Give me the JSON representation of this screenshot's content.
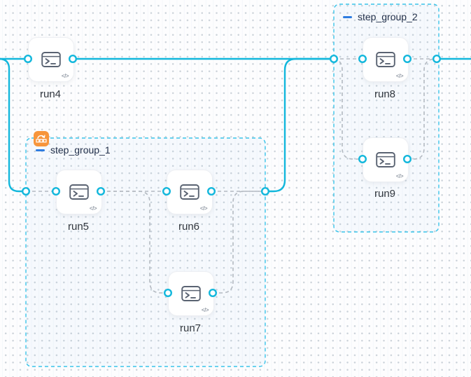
{
  "canvas": {
    "type": "workflow-dag-editor",
    "accent_cyan": "#12b7dc",
    "group_border_color": "#3ac4e9",
    "dashed_edge_color": "#b3b9c1",
    "collapse_dash_color": "#2e7ce0",
    "loop_badge_color": "#f7953b",
    "grid_dot_color": "#ccd3da"
  },
  "icons": {
    "node_icon": "terminal-icon",
    "code_badge": "</>",
    "group1_badge": "loop-group-icon"
  },
  "nodes": [
    {
      "id": "run4",
      "label": "run4"
    },
    {
      "id": "run5",
      "label": "run5"
    },
    {
      "id": "run6",
      "label": "run6"
    },
    {
      "id": "run7",
      "label": "run7"
    },
    {
      "id": "run8",
      "label": "run8"
    },
    {
      "id": "run9",
      "label": "run9"
    }
  ],
  "groups": [
    {
      "id": "step_group_1",
      "title": "step_group_1",
      "has_loop_badge": true,
      "collapsed": false
    },
    {
      "id": "step_group_2",
      "title": "step_group_2",
      "has_loop_badge": false,
      "collapsed": false
    }
  ],
  "edges": [
    {
      "from": "input",
      "to": "run4",
      "style": "solid"
    },
    {
      "from": "input",
      "to": "step_group_1.in",
      "style": "solid"
    },
    {
      "from": "run4",
      "to": "step_group_2.in",
      "style": "solid"
    },
    {
      "from": "step_group_1.out",
      "to": "step_group_2.in",
      "style": "solid"
    },
    {
      "from": "step_group_2.out",
      "to": "output",
      "style": "solid"
    },
    {
      "from": "step_group_1.in",
      "to": "run5",
      "style": "dashed"
    },
    {
      "from": "run5",
      "to": "run6",
      "style": "dashed"
    },
    {
      "from": "run5",
      "to": "run7",
      "style": "dashed"
    },
    {
      "from": "run6",
      "to": "step_group_1.out",
      "style": "dashed"
    },
    {
      "from": "run7",
      "to": "step_group_1.out",
      "style": "dashed"
    },
    {
      "from": "step_group_2.in",
      "to": "run8",
      "style": "dashed"
    },
    {
      "from": "step_group_2.in",
      "to": "run9",
      "style": "dashed"
    },
    {
      "from": "run8",
      "to": "step_group_2.out",
      "style": "dashed"
    },
    {
      "from": "run9",
      "to": "step_group_2.out",
      "style": "dashed"
    }
  ]
}
